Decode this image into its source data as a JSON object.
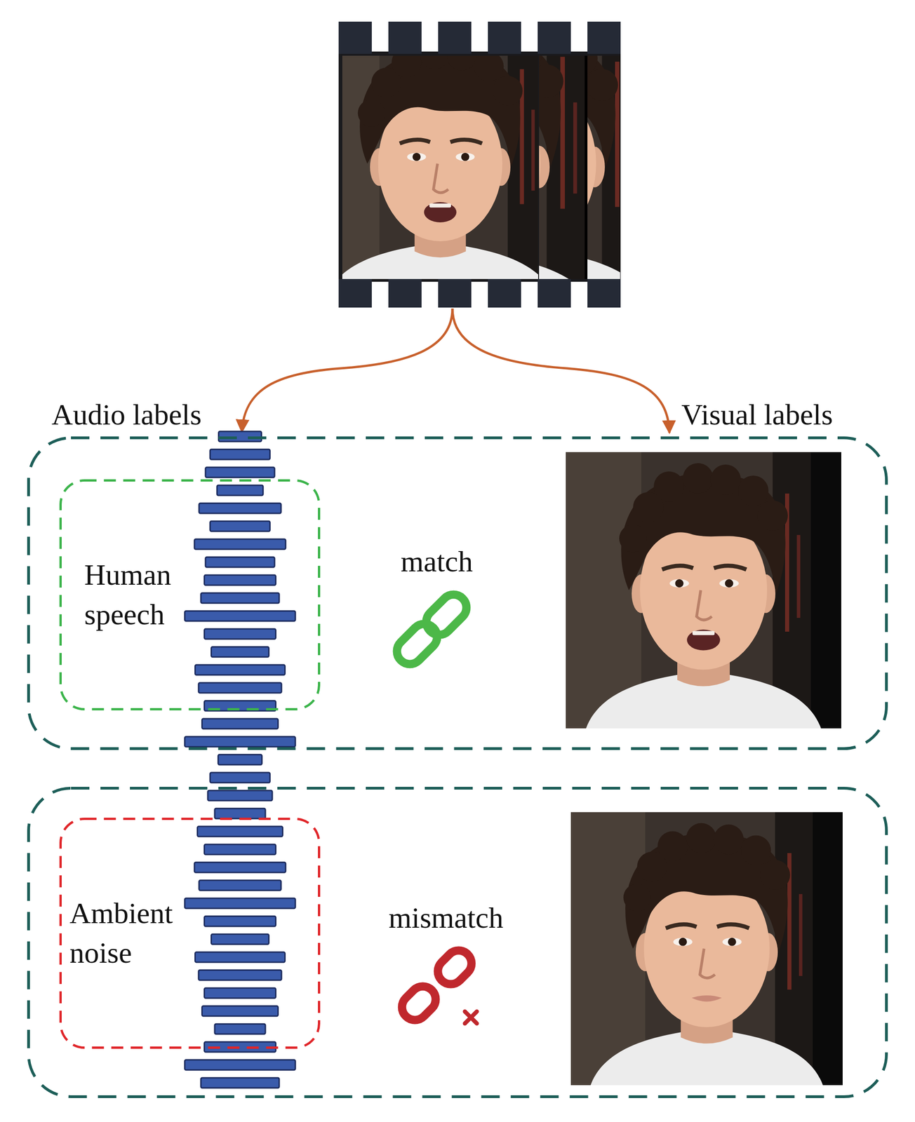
{
  "diagram": {
    "nodes": [
      {
        "text": [
          "match"
        ]
      },
      {
        "text": [
          "Human speech"
        ],
        "in": 0
      },
      {
        "text": [
          "mismatch"
        ]
      },
      {
        "text": [
          "Ambient noise"
        ],
        "in": 2
      }
    ],
    "labels": [
      "Audio labels",
      "Visual labels"
    ]
  }
}
